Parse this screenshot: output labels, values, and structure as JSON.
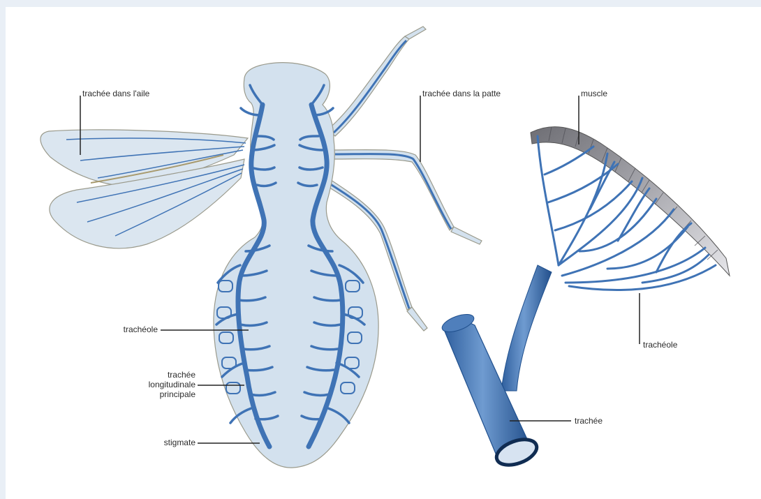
{
  "labels": {
    "wing_trachea": "trachée dans l'aile",
    "leg_trachea": "trachée dans la patte",
    "muscle": "muscle",
    "tracheole_left": "trachéole",
    "longitudinal": [
      "trachée",
      "longitudinale",
      "principale"
    ],
    "stigmate": "stigmate",
    "tracheole_right": "trachéole",
    "trachea": "trachée"
  },
  "colors": {
    "body_fill": "#d3e1ee",
    "body_outline": "#9a9a8c",
    "trachea_blue": "#3f73b5",
    "trachea_dark": "#1f4f8d",
    "muscle_gray": "#8e8e94",
    "leader_line": "#222222"
  }
}
